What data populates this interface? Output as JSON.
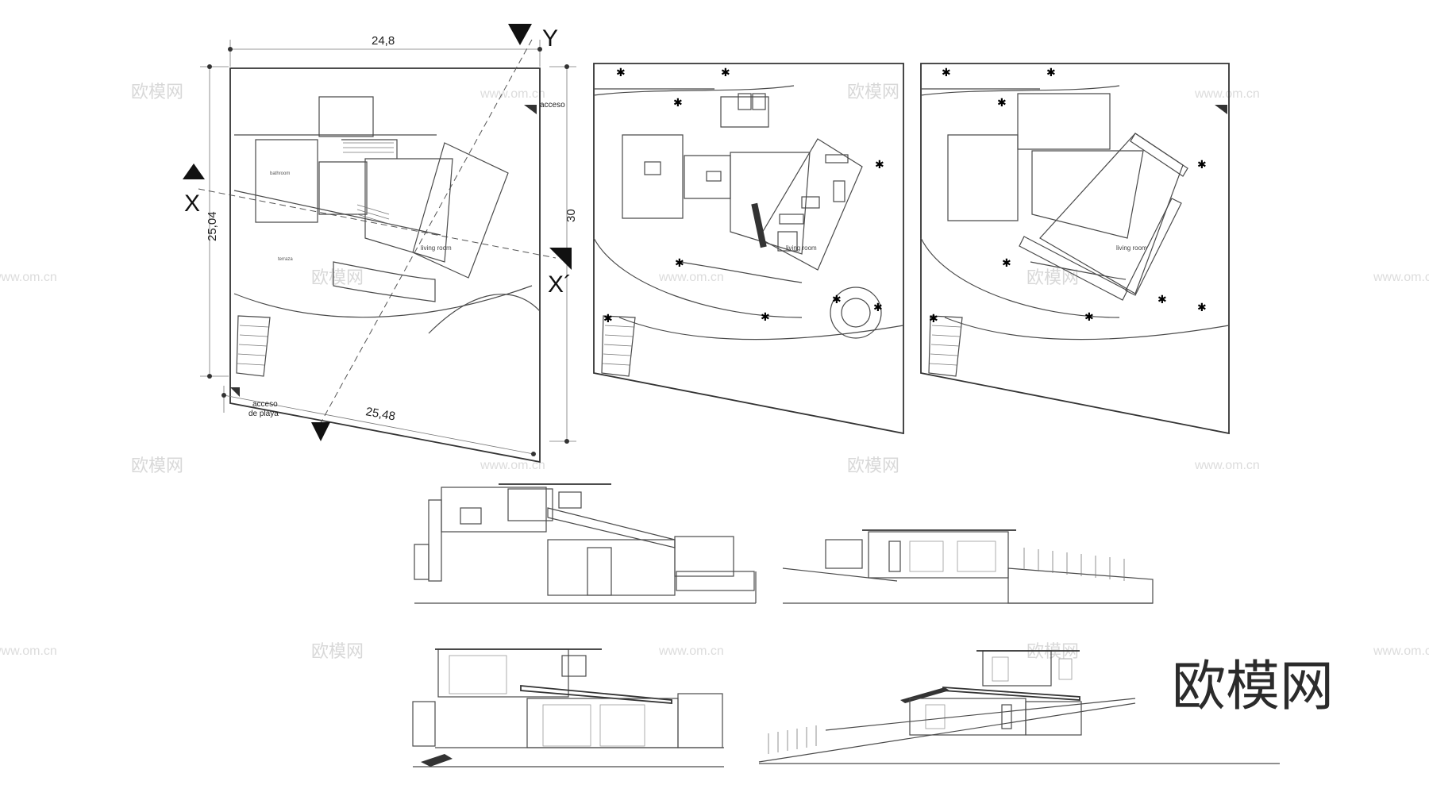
{
  "dimensions": {
    "top": "24,8",
    "bottom": "25,48",
    "left": "25,04",
    "right": "30"
  },
  "axes": {
    "y": "Y",
    "x": "X",
    "x_prime": "X´"
  },
  "annotations": {
    "acceso": "acceso",
    "acceso_playa_line1": "acceso",
    "acceso_playa_line2": "de playa"
  },
  "room_labels": {
    "living_room": "living room",
    "bathroom": "bathroom",
    "terrace": "terraza"
  },
  "watermarks": {
    "brand_small": "欧模网",
    "url": "www.om.cn"
  },
  "brand_logo": "欧模网"
}
